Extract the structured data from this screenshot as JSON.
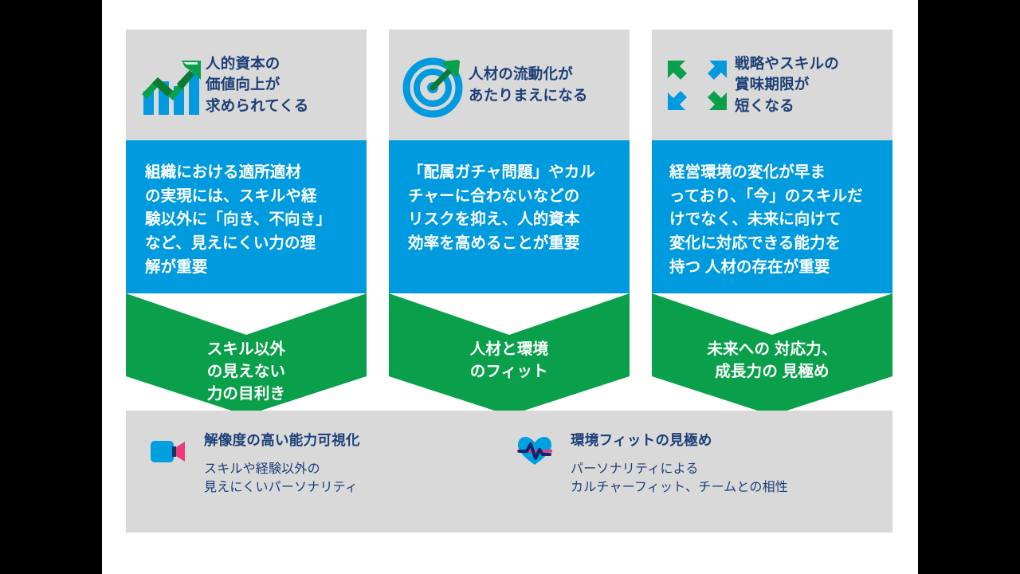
{
  "theme": {
    "slide_bg": "#ffffff",
    "outside_bg": "#000000",
    "panel_grey": "#d9d9d9",
    "blue": "#009ade",
    "green": "#0aa04b",
    "green_dark": "#0b7a33",
    "navy": "#1c3f77",
    "pink": "#ec3a7f"
  },
  "columns": [
    {
      "icon": "bar-chart-growth-icon",
      "title": "人的資本の\n価値向上が\n求められてくる",
      "body": "組織における適所適材\nの実現には、スキルや経\n験以外に「向き、不向き」\nなど、見えにくい力の理\n解が重要",
      "arrow": "スキル以外\nの見えない\n力の目利き"
    },
    {
      "icon": "target-dart-icon",
      "title": "人材の流動化が\nあたりまえになる",
      "body": "「配属ガチャ問題」やカル\nチャーに合わないなどの\nリスクを抑え、人的資本\n効率を高めることが重要",
      "arrow": "人材と環境\nのフィット"
    },
    {
      "icon": "four-arrows-icon",
      "title": "戦略やスキルの\n賞味期限が\n短くなる",
      "body": "経営環境の変化が早ま\nっており、「今」のスキルだ\nけでなく、未来に向けて\n変化に対応できる能力を\n持つ 人材の存在が重要",
      "arrow": "未来への 対応力、\n成長力の 見極め"
    }
  ],
  "bottom_notes": [
    {
      "icon": "video-camera-icon",
      "title": "解像度の高い能力可視化",
      "desc": "スキルや経験以外の\n見えにくいパーソナリティ"
    },
    {
      "icon": "heart-pulse-icon",
      "title": "環境フィットの見極め",
      "desc": "パーソナリティによる\nカルチャーフィット、チームとの相性"
    }
  ]
}
